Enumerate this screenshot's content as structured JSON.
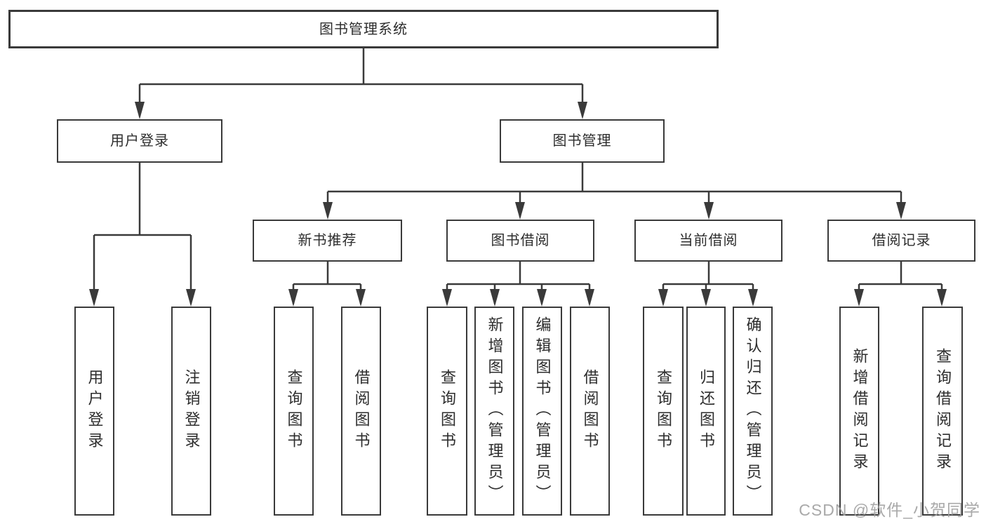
{
  "diagram_title": "图书管理系统",
  "nodes": {
    "root": "图书管理系统",
    "userLogin": "用户登录",
    "bookMgmt": "图书管理",
    "newBooks": "新书推荐",
    "bookBorrow": "图书借阅",
    "currentBorrow": "当前借阅",
    "borrowRecords": "借阅记录",
    "leaf_user_login": "用户登录",
    "leaf_logout": "注销登录",
    "leaf_nb_query": "查询图书",
    "leaf_nb_borrow": "借阅图书",
    "leaf_bb_query": "查询图书",
    "leaf_bb_add": "新增图书（管理员）",
    "leaf_bb_edit": "编辑图书（管理员）",
    "leaf_bb_borrow": "借阅图书",
    "leaf_cb_query": "查询图书",
    "leaf_cb_return": "归还图书",
    "leaf_cb_confirm": "确认归还（管理员）",
    "leaf_br_add": "新增借阅记录",
    "leaf_br_query": "查询借阅记录"
  },
  "tree": {
    "root": "图书管理系统",
    "branches": [
      {
        "label": "用户登录",
        "children": [
          "用户登录",
          "注销登录"
        ]
      },
      {
        "label": "图书管理",
        "children": [
          {
            "label": "新书推荐",
            "children": [
              "查询图书",
              "借阅图书"
            ]
          },
          {
            "label": "图书借阅",
            "children": [
              "查询图书",
              "新增图书（管理员）",
              "编辑图书（管理员）",
              "借阅图书"
            ]
          },
          {
            "label": "当前借阅",
            "children": [
              "查询图书",
              "归还图书",
              "确认归还（管理员）"
            ]
          },
          {
            "label": "借阅记录",
            "children": [
              "新增借阅记录",
              "查询借阅记录"
            ]
          }
        ]
      }
    ]
  },
  "watermark": "CSDN @软件_小贺同学",
  "colors": {
    "line": "#3a3a3a",
    "text": "#2d2d2d",
    "background": "#ffffff",
    "watermark": "#a0a0a0"
  }
}
